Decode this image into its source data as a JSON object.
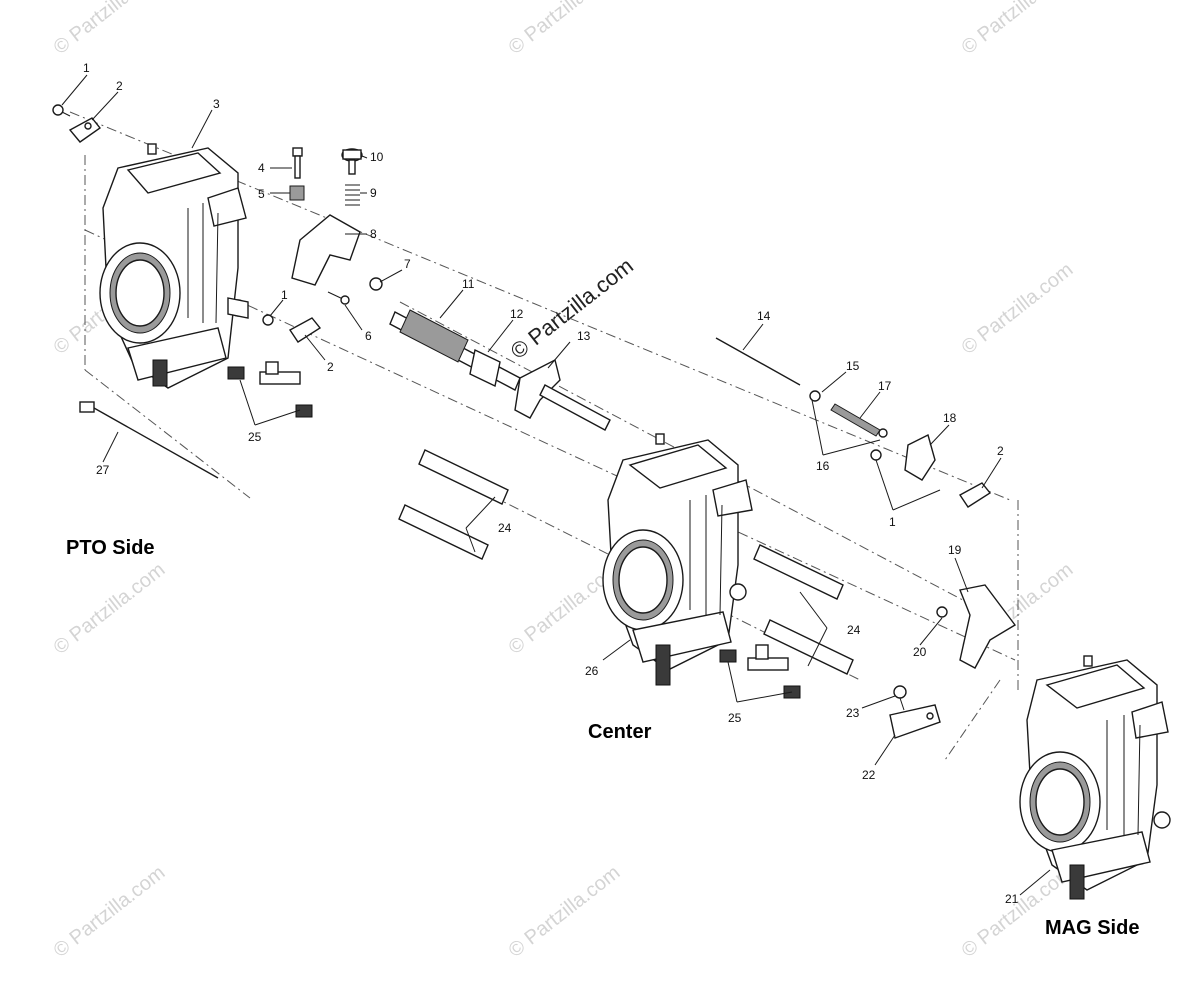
{
  "watermark": {
    "text": "© Partzilla.com"
  },
  "labels": {
    "pto_side": "PTO Side",
    "center": "Center",
    "mag_side": "MAG Side"
  },
  "callouts": {
    "c1a": "1",
    "c2a": "2",
    "c3": "3",
    "c4": "4",
    "c5": "5",
    "c10": "10",
    "c9": "9",
    "c8": "8",
    "c7": "7",
    "c1b": "1",
    "c6": "6",
    "c2b": "2",
    "c11": "11",
    "c12": "12",
    "c13": "13",
    "c25a": "25",
    "c27": "27",
    "c14": "14",
    "c15": "15",
    "c17": "17",
    "c18": "18",
    "c16": "16",
    "c2c": "2",
    "c1c": "1",
    "c24a": "24",
    "c19": "19",
    "c24b": "24",
    "c20": "20",
    "c26": "26",
    "c25b": "25",
    "c23": "23",
    "c22": "22",
    "c21": "21"
  }
}
